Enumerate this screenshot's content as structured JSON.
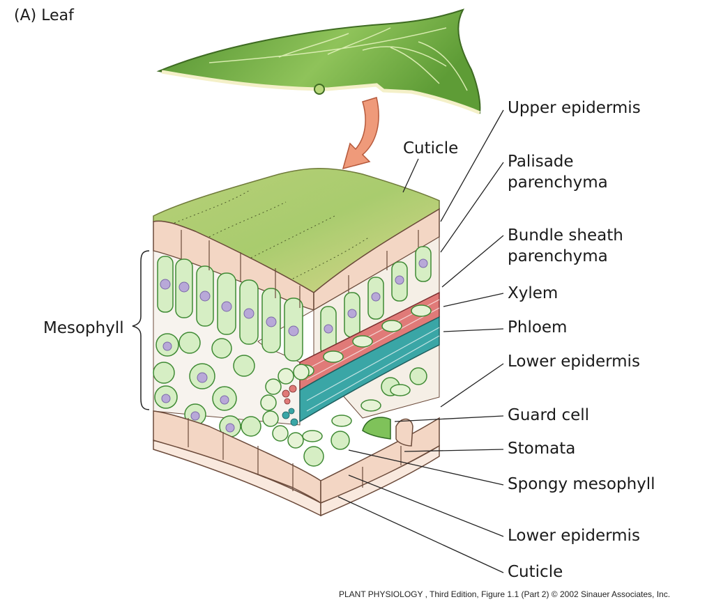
{
  "figure": {
    "panel_label": "(A)  Leaf",
    "credit": "PLANT PHYSIOLOGY , Third Edition, Figure 1.1 (Part 2)  © 2002 Sinauer Associates, Inc."
  },
  "labels": {
    "cuticle_top": "Cuticle",
    "mesophyll": "Mesophyll",
    "upper_epidermis": "Upper epidermis",
    "palisade_1": "Palisade",
    "palisade_2": "parenchyma",
    "bundle_1": "Bundle sheath",
    "bundle_2": "parenchyma",
    "xylem": "Xylem",
    "phloem": "Phloem",
    "lower_epidermis_top": "Lower epidermis",
    "guard_cell": "Guard cell",
    "stomata": "Stomata",
    "spongy": "Spongy mesophyll",
    "lower_epidermis_bottom": "Lower epidermis",
    "cuticle_bottom": "Cuticle"
  },
  "colors": {
    "leaf": "#7cb84a",
    "cuticle": "#c8d08a",
    "epidermis": "#f3d6c4",
    "chloroplast": "#3f9b3a",
    "nucleus": "#b8a8d8",
    "xylem": "#e07a78",
    "phloem": "#3aa6a6",
    "arrow": "#ef9a7a"
  }
}
